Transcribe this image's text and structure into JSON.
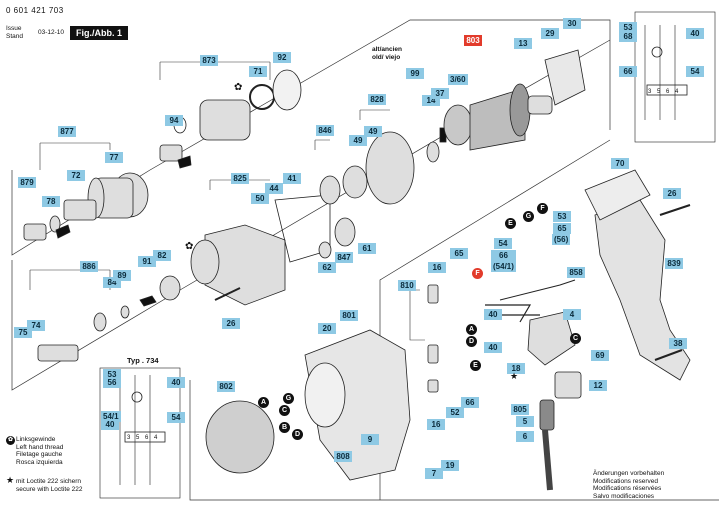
{
  "header": {
    "part_number": "0 601 421 703",
    "issue_label": "Issue\nStand",
    "issue_date": "03-12-10",
    "figure_label": "Fig./Abb. 1"
  },
  "labels": {
    "l877": "877",
    "l879": "879",
    "l72": "72",
    "l77": "77",
    "l78": "78",
    "l873": "873",
    "l94": "94",
    "l71": "71",
    "l92": "92",
    "l825": "825",
    "l50": "50",
    "l44": "44",
    "l41": "41",
    "l846": "846",
    "l828": "828",
    "l49a": "49",
    "l49b": "49",
    "l99": "99",
    "l14": "14",
    "l37": "37",
    "l803": "803",
    "l360": "3/60",
    "l13": "13",
    "l29": "29",
    "l30": "30",
    "l886": "886",
    "l84": "84",
    "l89": "89",
    "l91": "91",
    "l82": "82",
    "l75": "75",
    "l74": "74",
    "l26a": "26",
    "l62": "62",
    "l847": "847",
    "l61": "61",
    "l810": "810",
    "l16a": "16",
    "l65a": "65",
    "l858": "858",
    "l801": "801",
    "l20": "20",
    "l802": "802",
    "l808": "808",
    "l9": "9",
    "l16b": "16",
    "l52": "52",
    "l66": "66",
    "l7": "7",
    "l19": "19",
    "l40a": "40",
    "l40b": "40",
    "l4": "4",
    "l18": "18",
    "l69": "69",
    "l12": "12",
    "l805": "805",
    "l5": "5",
    "l6": "6",
    "l70": "70",
    "l26b": "26",
    "l839": "839",
    "l38": "38",
    "l53": "53",
    "l65b": "65",
    "l56": "(56)",
    "l54": "54",
    "l6654": "66\n(54/1)",
    "w53": "53",
    "w68": "68",
    "w40": "40",
    "w66": "66",
    "w54": "54",
    "t53": "53",
    "t56": "56",
    "t40": "40",
    "t541": "54/1",
    "t402": "40",
    "t54": "54"
  },
  "text": {
    "alt_ancien": "alt/ancien\nold/ viejo",
    "typ": "Typ . 734",
    "legend_thread": "Linksgewinde\nLeft hand thread\nFiletage gauche\nRosca izquierda",
    "legend_loctite": "mit Loctite 222 sichern\nsecure with Loctite 222",
    "footer_changes": "Änderungen vorbehalten\nModifications reserved\nModifications réservées\nSalvo modificaciones",
    "terminals_1": "3 5 6 4",
    "terminals_2": "3 5 6 4"
  },
  "circles": {
    "A1": "A",
    "B1": "B",
    "C1": "C",
    "D1": "D",
    "E1": "E",
    "A2": "A",
    "B2": "B",
    "C2": "C",
    "D2": "D",
    "E2": "E",
    "F1": "F",
    "F2": "F",
    "G1": "G",
    "G2": "G"
  },
  "colors": {
    "label_bg": "#8ec9e4",
    "highlight": "#e23b2b",
    "line": "#222222",
    "part_fill": "#dedede"
  }
}
